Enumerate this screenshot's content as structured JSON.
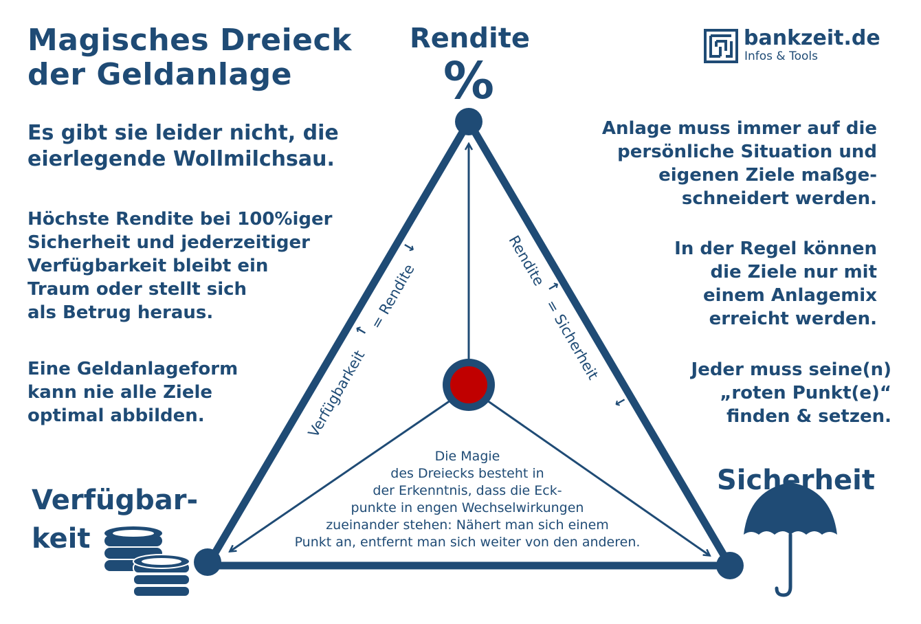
{
  "title": [
    "Magisches Dreieck",
    "der Geldanlage"
  ],
  "logo": {
    "name": "bankzeit.de",
    "subtitle": "Infos & Tools"
  },
  "corners": {
    "top": "Rendite",
    "top_symbol": "%",
    "right": "Sicherheit",
    "left": [
      "Verfügbar-",
      "keit"
    ]
  },
  "left_texts": [
    [
      "Es gibt sie leider nicht, die",
      "eierlegende Wollmilchsau."
    ],
    [
      "Höchste Rendite bei 100%iger",
      "Sicherheit und jederzeitiger",
      "Verfügbarkeit bleibt ein",
      "Traum oder stellt sich",
      "als Betrug heraus."
    ],
    [
      "Eine Geldanlageform",
      "kann nie alle Ziele",
      "optimal abbilden."
    ]
  ],
  "right_texts": [
    [
      "Anlage muss immer auf die",
      "persönliche Situation und",
      "eigenen Ziele maßge-",
      "schneidert werden."
    ],
    [
      "In der Regel können",
      "die Ziele nur mit",
      "einem Anlagemix",
      "erreicht werden."
    ],
    [
      "Jeder muss seine(n)",
      "„roten Punkt(e)“",
      "finden & setzen."
    ]
  ],
  "edge_labels": {
    "left_edge": {
      "a": "Verfügbarkeit",
      "b": "= Rendite"
    },
    "right_edge": {
      "a": "Rendite",
      "b": "= Sicherheit"
    }
  },
  "center_text": [
    "Die Magie",
    "des Dreiecks besteht in",
    "der Erkenntnis, dass die Eck-",
    "punkte in engen Wechselwirkungen",
    "zueinander stehen: Nähert man sich einem",
    "Punkt an, entfernt man sich weiter von den anderen."
  ],
  "colors": {
    "primary": "#1f4b75",
    "red_point": "#c00000",
    "background": "#ffffff"
  },
  "icons": {
    "top": "percent-icon",
    "right": "umbrella-icon",
    "left": "coins-icon",
    "logo": "maze-logo-icon"
  }
}
